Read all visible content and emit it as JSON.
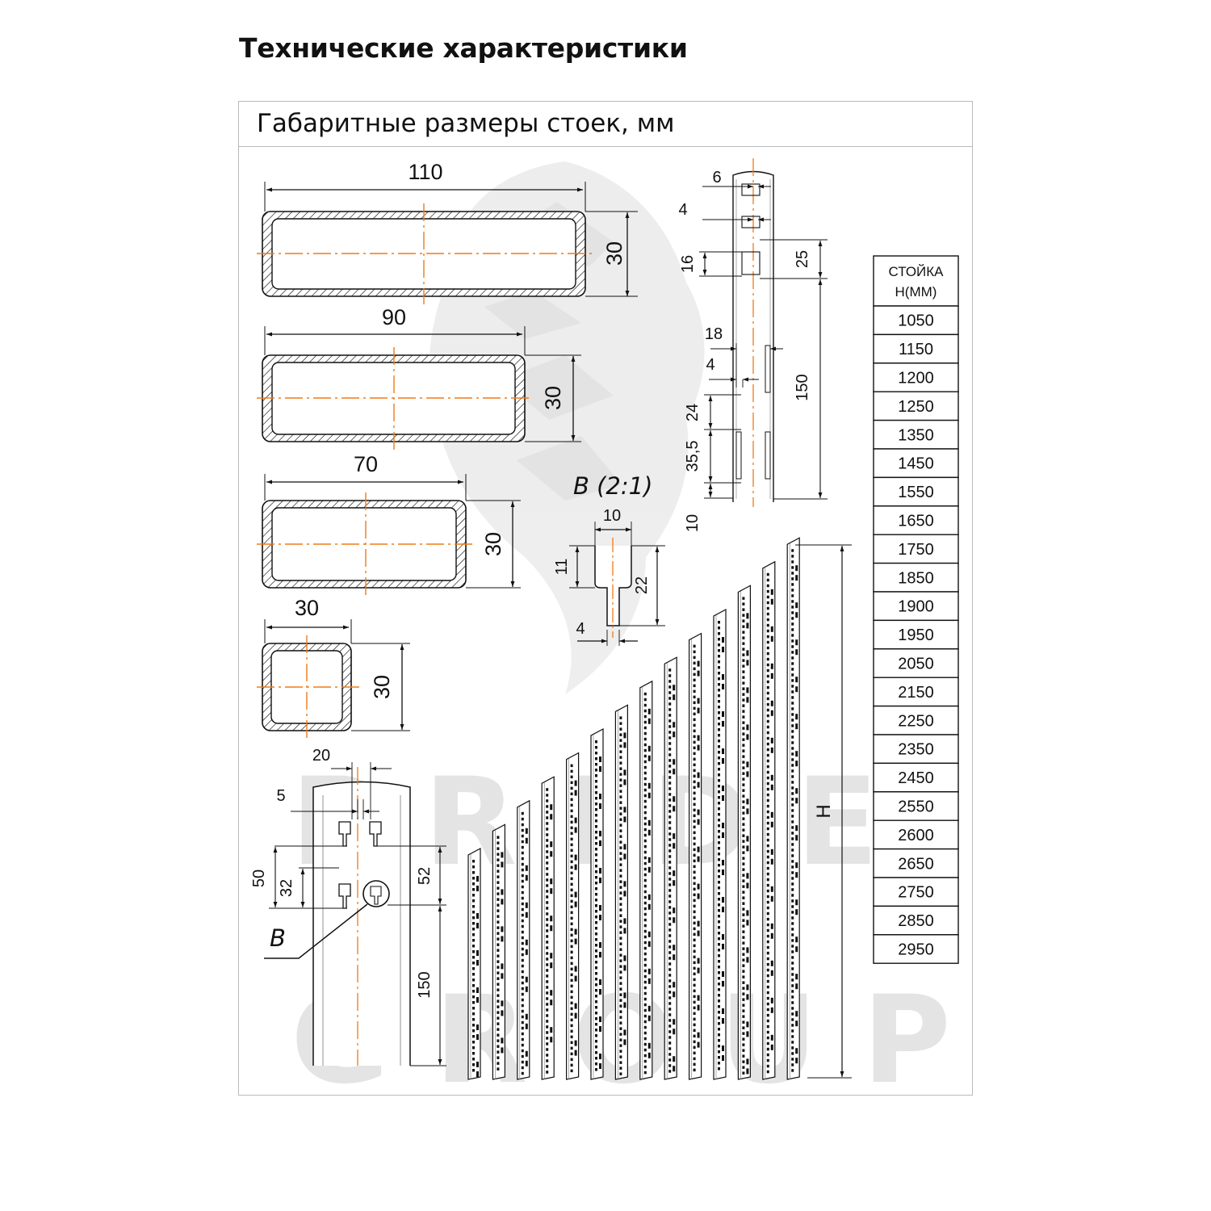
{
  "page": {
    "title": "Технические характеристики"
  },
  "panel": {
    "title": "Габаритные размеры стоек, мм"
  },
  "watermark": {
    "line1": "PRIDE",
    "line2": "GROUP",
    "color": "#d9d9d9"
  },
  "colors": {
    "centerline": "#f07a16",
    "line": "#111111",
    "border": "#b9b9b9"
  },
  "profiles": {
    "p110": {
      "width": "110",
      "height": "30"
    },
    "p90": {
      "width": "90",
      "height": "30"
    },
    "p70": {
      "width": "70",
      "height": "30"
    },
    "p30": {
      "width": "30",
      "height": "30"
    }
  },
  "detail_b": {
    "title": "B (2:1)",
    "width": "10",
    "slot": "11",
    "total": "22",
    "neck": "4"
  },
  "front_view": {
    "d20": "20",
    "d5": "5",
    "d50": "50",
    "d32": "32",
    "d52": "52",
    "d150": "150",
    "callout": "B"
  },
  "side_view": {
    "d6": "6",
    "d4a": "4",
    "d16": "16",
    "d25": "25",
    "d18": "18",
    "d4b": "4",
    "d24": "24",
    "d35": "35,5",
    "d10": "10",
    "d150": "150"
  },
  "uprights": {
    "height_label": "H"
  },
  "table": {
    "header_line1": "СТОЙКА",
    "header_line2": "H(ММ)",
    "rows": [
      "1050",
      "1150",
      "1200",
      "1250",
      "1350",
      "1450",
      "1550",
      "1650",
      "1750",
      "1850",
      "1900",
      "1950",
      "2050",
      "2150",
      "2250",
      "2350",
      "2450",
      "2550",
      "2600",
      "2650",
      "2750",
      "2850",
      "2950"
    ]
  }
}
